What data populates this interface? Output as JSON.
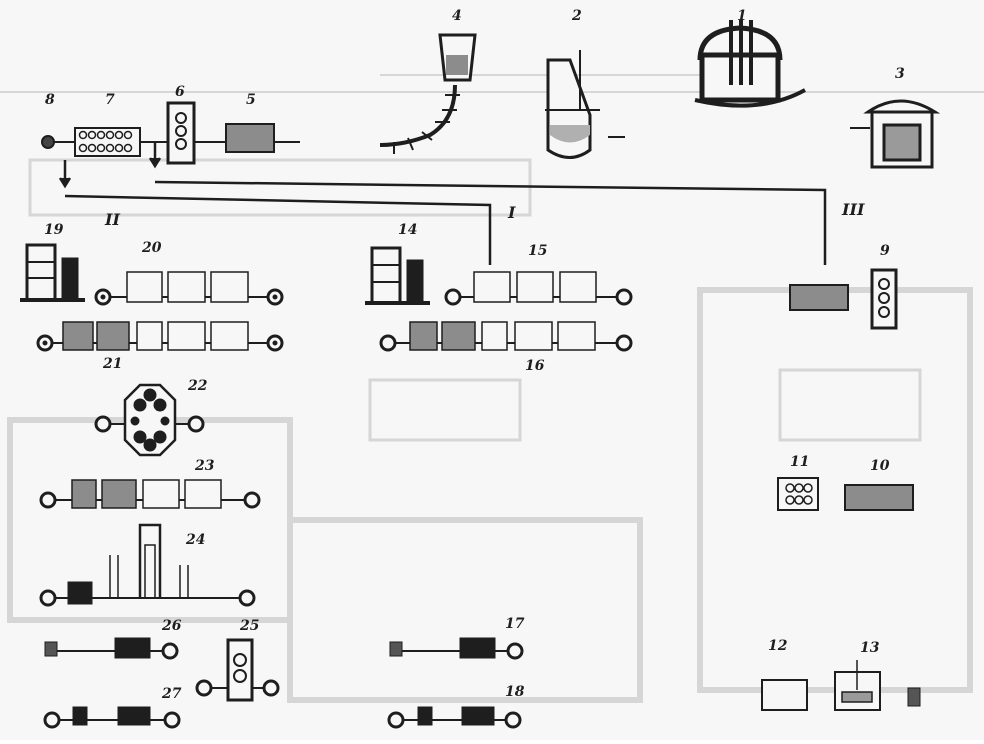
{
  "labels": {
    "n1": "1",
    "n2": "2",
    "n3": "3",
    "n4": "4",
    "n5": "5",
    "n6": "6",
    "n7": "7",
    "n8": "8",
    "n9": "9",
    "n10": "10",
    "n11": "11",
    "n12": "12",
    "n13": "13",
    "n14": "14",
    "n15": "15",
    "n16": "16",
    "n17": "17",
    "n18": "18",
    "n19": "19",
    "n20": "20",
    "n21": "21",
    "n22": "22",
    "n23": "23",
    "n24": "24",
    "n25": "25",
    "n26": "26",
    "n27": "27"
  },
  "routes": {
    "I": "I",
    "II": "II",
    "III": "III"
  },
  "colors": {
    "ink": "#1e1e1e",
    "gray_block": "#8c8c8c",
    "faded_background": "#d9d9d9",
    "paper": "#f7f7f7"
  }
}
